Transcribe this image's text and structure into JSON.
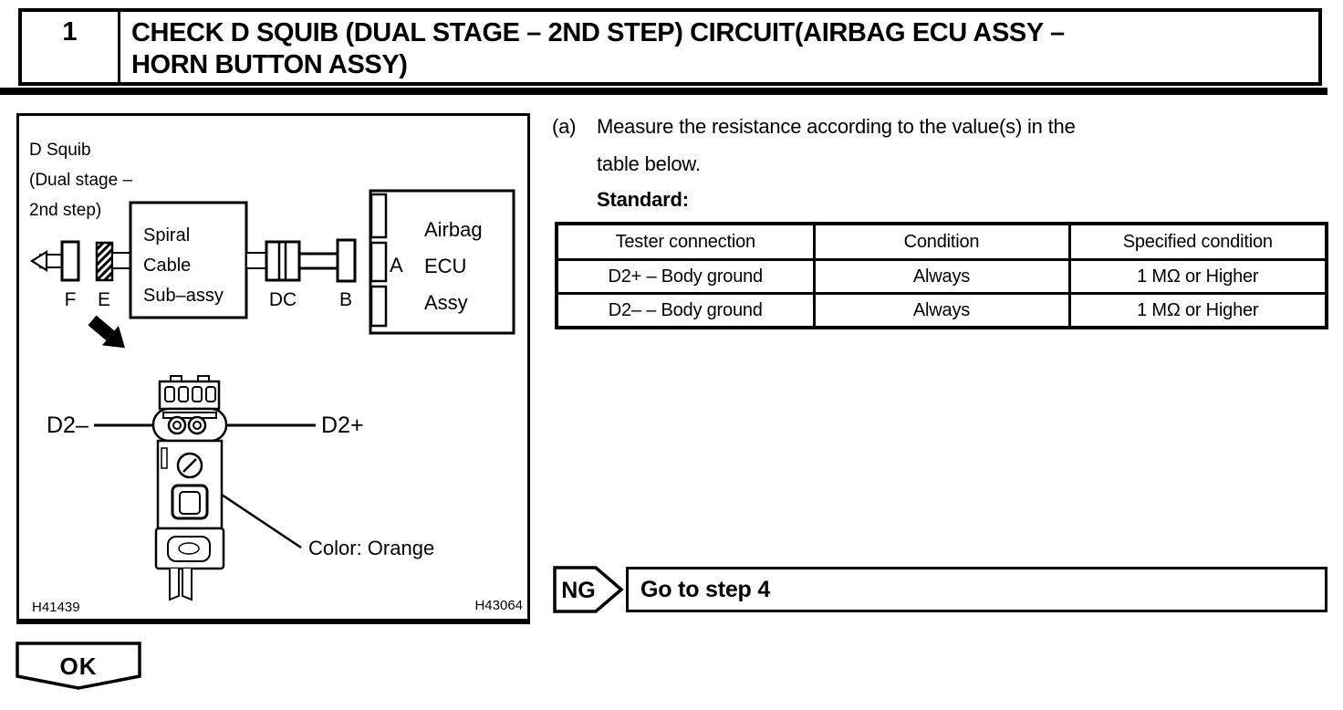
{
  "header": {
    "step_number": "1",
    "title_line1": "CHECK D SQUIB (DUAL STAGE – 2ND STEP) CIRCUIT(AIRBAG ECU ASSY –",
    "title_line2": "HORN BUTTON ASSY)"
  },
  "figure": {
    "component_label": {
      "line1": "D Squib",
      "line2": "(Dual stage –",
      "line3": "2nd step)"
    },
    "spiral_cable": {
      "line1": "Spiral",
      "line2": "Cable",
      "line3": "Sub–assy"
    },
    "connectors": {
      "f": "F",
      "e": "E",
      "dc": "DC",
      "b": "B",
      "a": "A"
    },
    "ecu": {
      "line1": "Airbag",
      "line2": "ECU",
      "line3": "Assy"
    },
    "terminals": {
      "negative": "D2–",
      "positive": "D2+"
    },
    "color_note": "Color: Orange",
    "figure_codes": {
      "left": "H41439",
      "right": "H43064"
    }
  },
  "instruction": {
    "step_letter": "(a)",
    "line1": "Measure the resistance according to the value(s) in the",
    "line2": "table below.",
    "standard_label": "Standard:"
  },
  "resistance_table": {
    "headers": [
      "Tester connection",
      "Condition",
      "Specified condition"
    ],
    "rows": [
      [
        "D2+ – Body ground",
        "Always",
        "1 MΩ or Higher"
      ],
      [
        "D2– – Body ground",
        "Always",
        "1 MΩ or Higher"
      ]
    ]
  },
  "ng_result": {
    "badge": "NG",
    "action": "Go to step 4"
  },
  "ok_result": {
    "badge": "OK"
  }
}
